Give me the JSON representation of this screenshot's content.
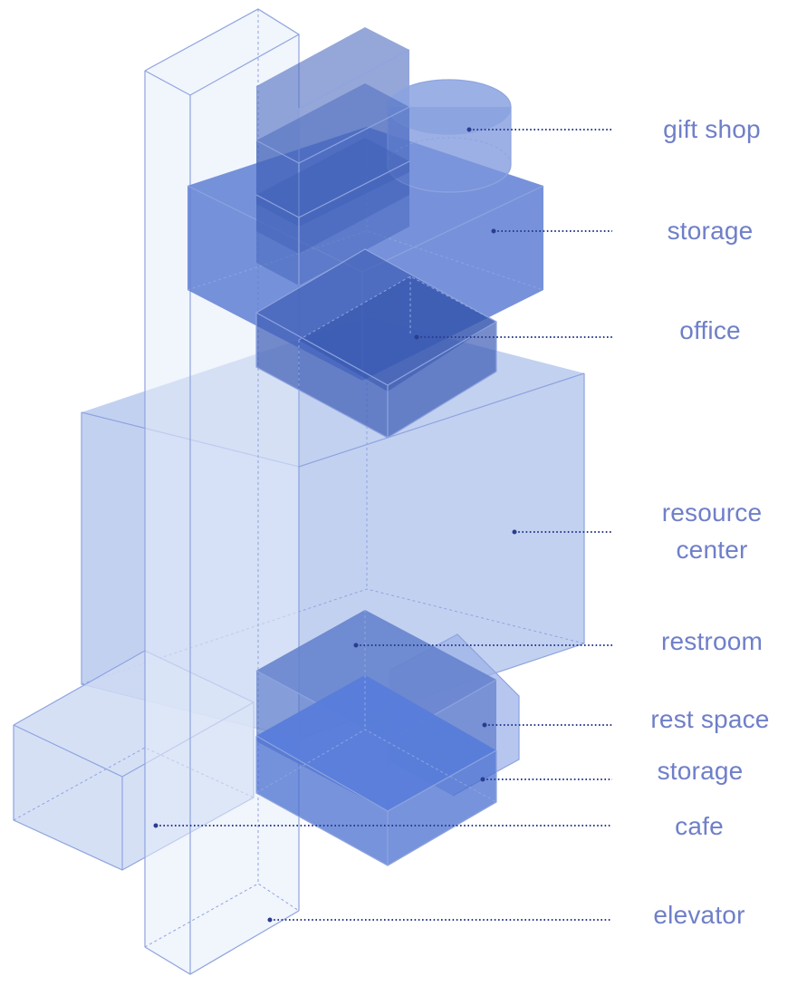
{
  "colors": {
    "elevator_fill": "#e6edfa",
    "resource_center_fill": "#b9c9ee",
    "cafe_fill": "#cfdaf3",
    "dark_block_fill": "#4f6fc4",
    "mid_block_fill": "#6a8ad6",
    "gift_shop_fill": "#8aa3e0",
    "label_color": "#6f7fc8",
    "leader_color": "#2a3d8f",
    "edge_color": "#8ea4df"
  },
  "labels": {
    "gift_shop": "gift shop",
    "storage_upper": "storage",
    "office": "office",
    "resource_center_line1": "resource",
    "resource_center_line2": "center",
    "restroom": "restroom",
    "rest_space": "rest space",
    "storage_lower": "storage",
    "cafe": "cafe",
    "elevator": "elevator"
  }
}
